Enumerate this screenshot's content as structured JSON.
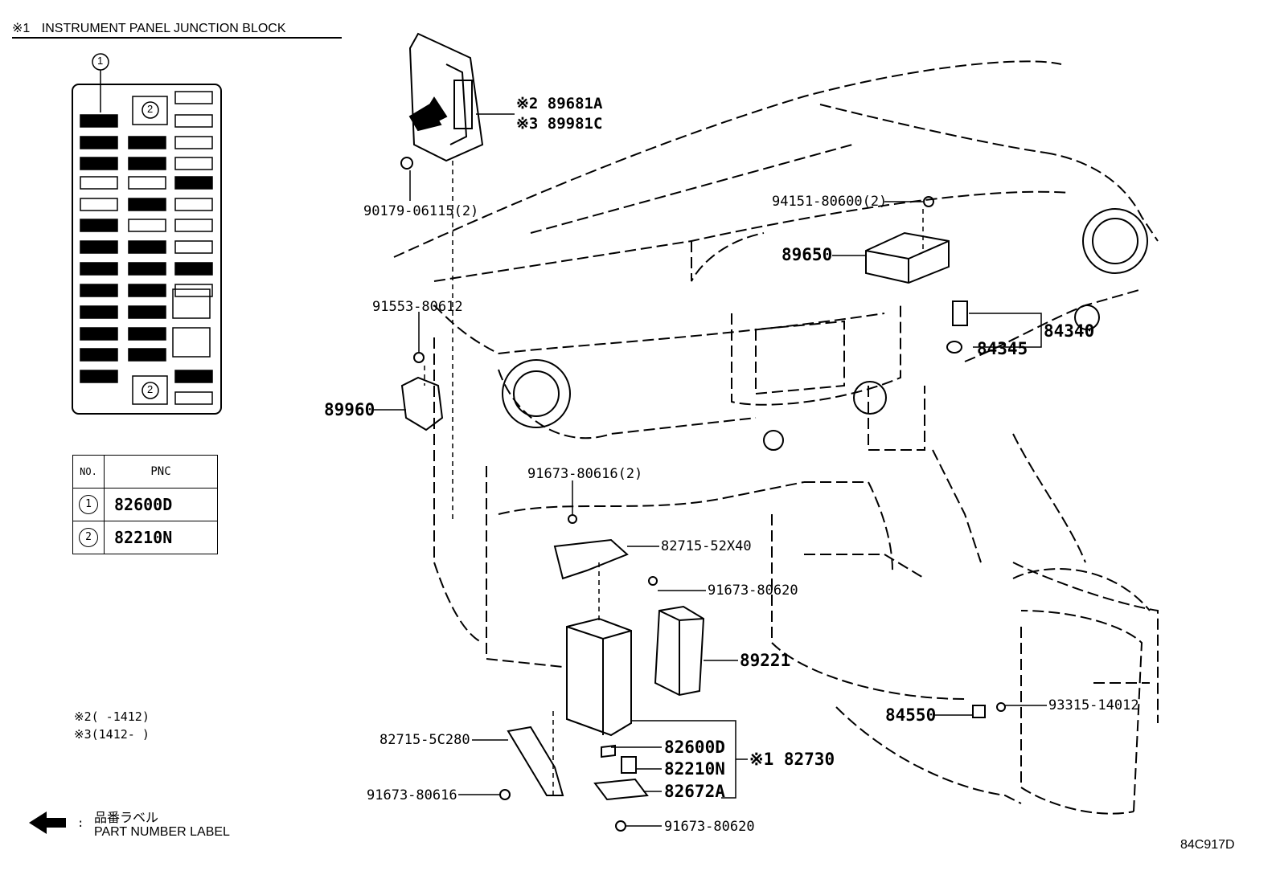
{
  "diagram_id": "84C917D",
  "junction_block": {
    "heading_mark": "※1",
    "heading": "INSTRUMENT PANEL JUNCTION BLOCK",
    "callout_1": "1",
    "callout_2": "2"
  },
  "pnc_table": {
    "col_no": "NO.",
    "col_pnc": "PNC",
    "rows": [
      {
        "no": "1",
        "pnc": "82600D"
      },
      {
        "no": "2",
        "pnc": "82210N"
      }
    ]
  },
  "notes": {
    "note2": "※2(     -1412)",
    "note3": "※3(1412-     )"
  },
  "legend": {
    "japanese": "品番ラベル",
    "english": "PART NUMBER LABEL",
    "colon": ":"
  },
  "parts": {
    "p89681A": "※2 89681A",
    "p89981C": "※3 89981C",
    "p90179": "90179-06115(2)",
    "p94151": "94151-80600(2)",
    "p89650": "89650",
    "p84340": "84340",
    "p84345": "84345",
    "p91553": "91553-80612",
    "p89960": "89960",
    "p91673_2": "91673-80616(2)",
    "p82715_52X40": "82715-52X40",
    "p91673_80620a": "91673-80620",
    "p89221": "89221",
    "p84550": "84550",
    "p93315": "93315-14012",
    "p82715_5C280": "82715-5C280",
    "p82600D": "82600D",
    "p82210N": "82210N",
    "p82730": "※1 82730",
    "p82672A": "82672A",
    "p91673_80616": "91673-80616",
    "p91673_80620b": "91673-80620"
  }
}
